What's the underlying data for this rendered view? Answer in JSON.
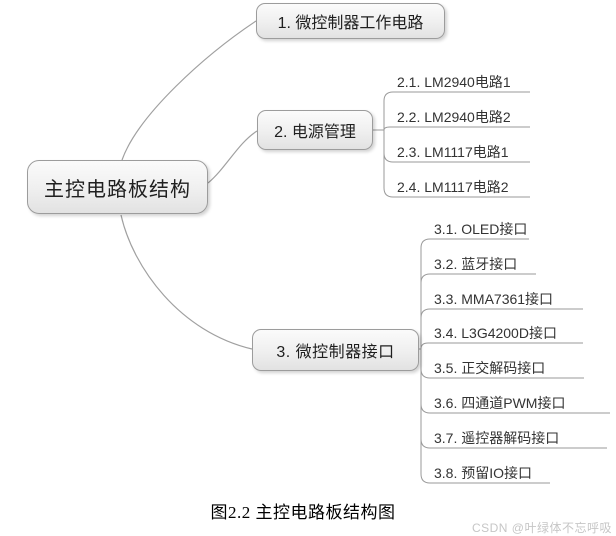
{
  "meta": {
    "caption": "图2.2 主控电路板结构图",
    "watermark": "CSDN @叶绿体不忘呼吸"
  },
  "mindmap": {
    "root": "主控电路板结构",
    "branches": [
      {
        "label": "1. 微控制器工作电路",
        "children": []
      },
      {
        "label": "2. 电源管理",
        "children": [
          "2.1. LM2940电路1",
          "2.2. LM2940电路2",
          "2.3. LM1117电路1",
          "2.4. LM1117电路2"
        ]
      },
      {
        "label": "3. 微控制器接口",
        "children": [
          "3.1. OLED接口",
          "3.2. 蓝牙接口",
          "3.3. MMA7361接口",
          "3.4. L3G4200D接口",
          "3.5. 正交解码接口",
          "3.6. 四通道PWM接口",
          "3.7. 遥控器解码接口",
          "3.8. 预留IO接口"
        ]
      }
    ]
  },
  "colors": {
    "node_border": "#9c9c9c",
    "node_fill_top": "#fbfbfb",
    "node_fill_bottom": "#e2e2e2",
    "connector_line": "#a6a6a6",
    "topic_text": "#1f1f1f",
    "subtopic_text": "#333333",
    "caption_text": "#000000",
    "watermark_text": "#c6c6c6",
    "background": "#ffffff"
  }
}
